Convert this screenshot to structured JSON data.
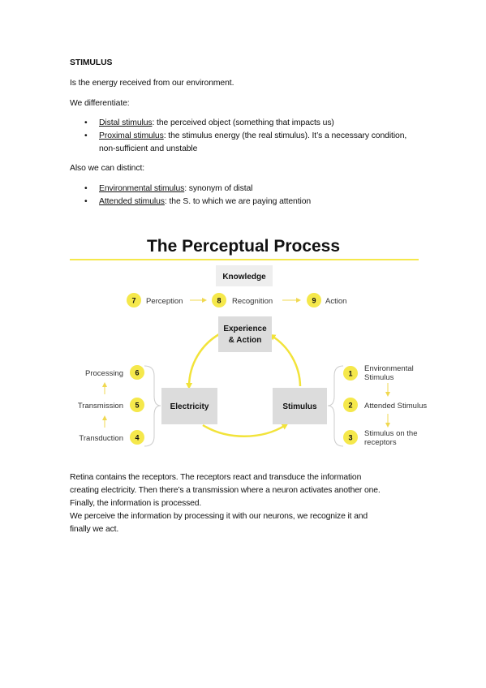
{
  "section": {
    "heading": "STIMULUS",
    "definition": "Is the energy received from our environment.",
    "intro1": "We differentiate:",
    "bullets1": [
      {
        "term": "Distal stimulus",
        "text": ": the perceived object (something that impacts us)"
      },
      {
        "term": "Proximal stimulus",
        "text": ": the stimulus energy (the real stimulus). It’s a necessary condition, non-sufficient and unstable"
      }
    ],
    "intro2": "Also we can distinct:",
    "bullets2": [
      {
        "term": "Environmental stimulus",
        "text": ": synonym of distal"
      },
      {
        "term": "Attended stimulus",
        "text": ": the S. to which we are paying attention"
      }
    ]
  },
  "diagram": {
    "title": "The Perceptual Process",
    "accent_color": "#f5e84b",
    "box_color": "#dcdcdc",
    "knowledge": "Knowledge",
    "experience_line1": "Experience",
    "experience_line2": "& Action",
    "electricity": "Electricity",
    "stimulus": "Stimulus",
    "top_steps": [
      {
        "num": "7",
        "label": "Perception"
      },
      {
        "num": "8",
        "label": "Recognition"
      },
      {
        "num": "9",
        "label": "Action"
      }
    ],
    "left_steps": [
      {
        "num": "6",
        "label": "Processing"
      },
      {
        "num": "5",
        "label": "Transmission"
      },
      {
        "num": "4",
        "label": "Transduction"
      }
    ],
    "right_steps": [
      {
        "num": "1",
        "line1": "Environmental",
        "line2": "Stimulus"
      },
      {
        "num": "2",
        "line1": "Attended Stimulus",
        "line2": ""
      },
      {
        "num": "3",
        "line1": "Stimulus on the",
        "line2": "receptors"
      }
    ]
  },
  "footer": {
    "lines": [
      "Retina contains the receptors. The receptors react and transduce the information",
      "creating electricity. Then there’s a transmission where a neuron activates another one.",
      "Finally, the information is processed.",
      "We perceive the information by processing it with our neurons, we recognize it and",
      "finally we act."
    ]
  }
}
